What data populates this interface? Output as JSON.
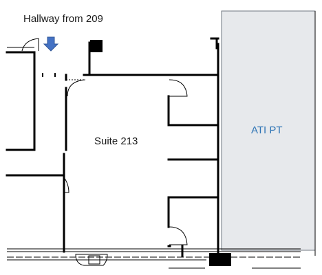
{
  "labels": {
    "hallway": "Hallway from 209",
    "suite": "Suite 213",
    "tenant": "ATI PT"
  },
  "icons": {
    "entry_arrow": "arrow-down-icon"
  },
  "colors": {
    "wall": "#000000",
    "tenant_fill": "#e7e9ec",
    "tenant_border": "#6f7780",
    "tenant_text": "#2e74b5",
    "entry_arrow": "#4472c4"
  }
}
